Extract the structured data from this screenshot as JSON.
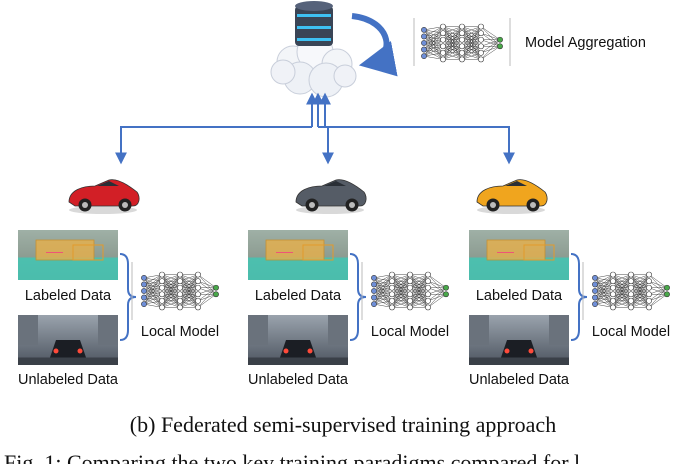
{
  "server": {
    "label": "Model Aggregation"
  },
  "clients": [
    {
      "id": "client-1",
      "car_color": "#d21f26",
      "labeled": "Labeled Data",
      "unlabeled": "Unlabeled Data",
      "model": "Local Model"
    },
    {
      "id": "client-2",
      "car_color": "#555c66",
      "labeled": "Labeled Data",
      "unlabeled": "Unlabeled Data",
      "model": "Local Model"
    },
    {
      "id": "client-3",
      "car_color": "#f0a51e",
      "labeled": "Labeled Data",
      "unlabeled": "Unlabeled Data",
      "model": "Local Model"
    }
  ],
  "caption": "(b) Federated semi-supervised training approach",
  "trailing_text": "Fig. 1: Comparing the two key training paradigms compared for l",
  "colors": {
    "arrow": "#4472c4",
    "node": "#6f8fd8",
    "output_node": "#49a84a",
    "edge": "#333333"
  }
}
